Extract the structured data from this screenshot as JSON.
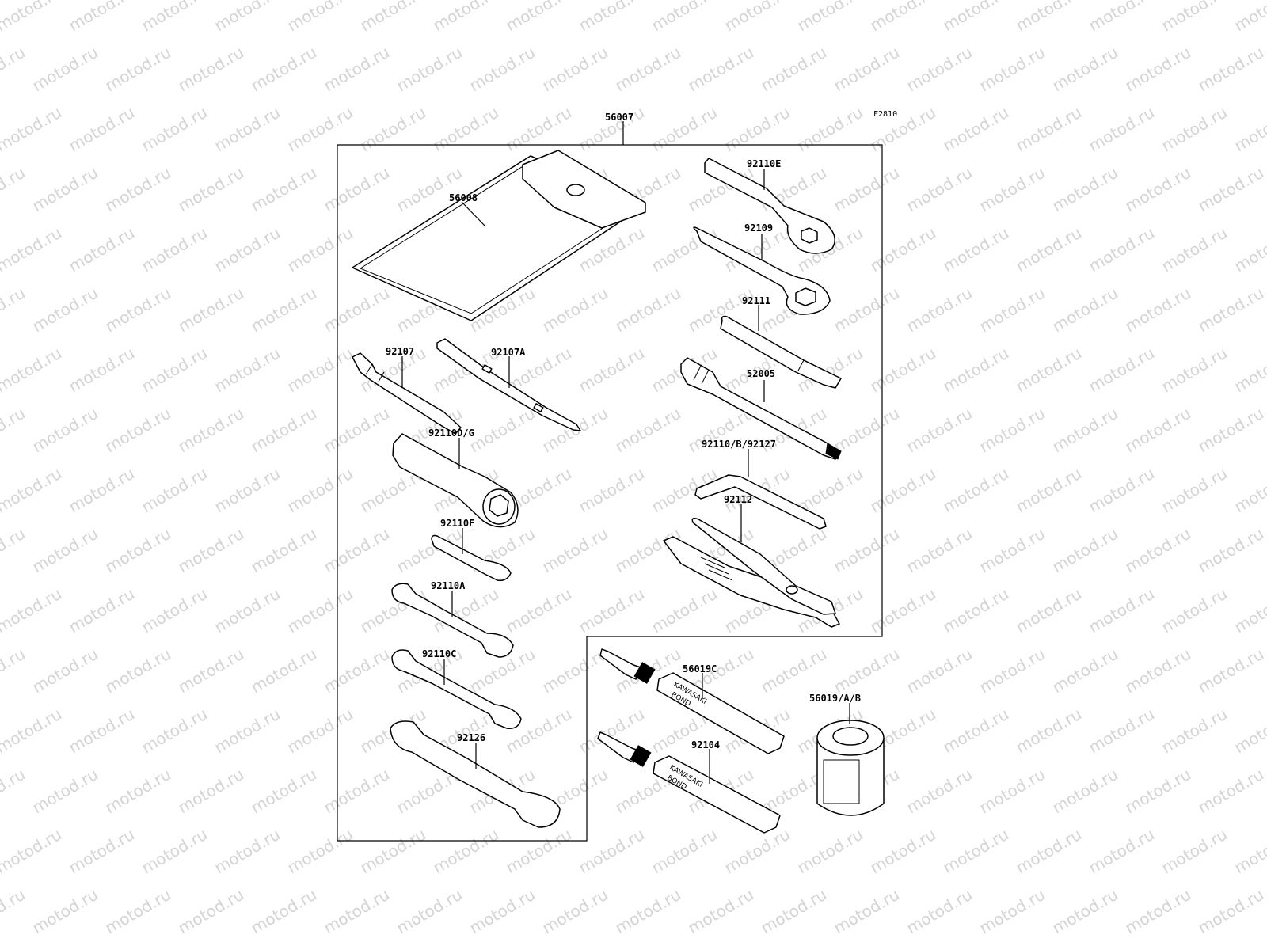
{
  "watermark": "motod.ru",
  "figure_code": "F2810",
  "assembly": {
    "label": "56007",
    "parts": [
      {
        "id": "pouch",
        "label": "56008"
      },
      {
        "id": "ring-wrench-e",
        "label": "92110E"
      },
      {
        "id": "ring-wrench",
        "label": "92109"
      },
      {
        "id": "handle-bar",
        "label": "92111"
      },
      {
        "id": "screwdriver-phillips",
        "label": "92107"
      },
      {
        "id": "screwdriver-reversible",
        "label": "92107A"
      },
      {
        "id": "tire-valve-tool",
        "label": "52005"
      },
      {
        "id": "plug-socket",
        "label": "92110D/G"
      },
      {
        "id": "hex-key",
        "label": "92110/B/92127"
      },
      {
        "id": "small-spanner",
        "label": "92110F"
      },
      {
        "id": "pliers",
        "label": "92112"
      },
      {
        "id": "spanner-a",
        "label": "92110A"
      },
      {
        "id": "spanner-c",
        "label": "92110C"
      },
      {
        "id": "spanner-26",
        "label": "92126"
      }
    ]
  },
  "supplies": [
    {
      "id": "bond-tube-c",
      "label": "56019C",
      "brand_line1": "KAWASAKI",
      "brand_line2": "BOND"
    },
    {
      "id": "bond-tube",
      "label": "92104",
      "brand_line1": "KAWASAKI",
      "brand_line2": "BOND"
    },
    {
      "id": "bond-can",
      "label": "56019/A/B"
    }
  ]
}
